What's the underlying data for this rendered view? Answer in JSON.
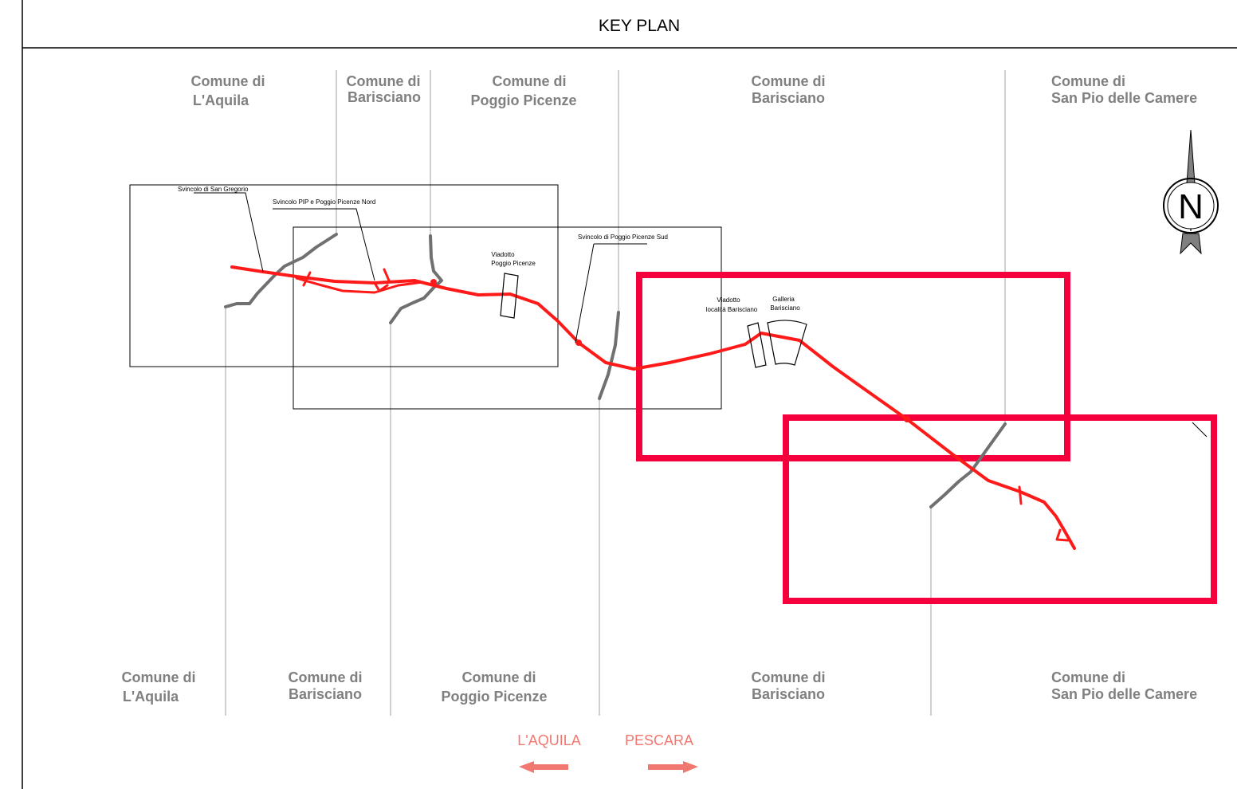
{
  "title": "KEY PLAN",
  "colors": {
    "road": "#ff1a1a",
    "existing_road": "#707070",
    "highlight": "#f5003c",
    "direction": "#f07870",
    "boundary": "#a0a0a0"
  },
  "comuni_top": [
    {
      "l1": "Comune di",
      "l2": "L'Aquila"
    },
    {
      "l1": "Comune di",
      "l2": "Barisciano"
    },
    {
      "l1": "Comune di",
      "l2": "Poggio Picenze"
    },
    {
      "l1": "Comune di",
      "l2": "Barisciano"
    },
    {
      "l1": "Comune di",
      "l2": "San Pio delle Camere"
    }
  ],
  "comuni_bottom": [
    {
      "l1": "Comune di",
      "l2": "L'Aquila"
    },
    {
      "l1": "Comune di",
      "l2": "Barisciano"
    },
    {
      "l1": "Comune di",
      "l2": "Poggio Picenze"
    },
    {
      "l1": "Comune di",
      "l2": "Barisciano"
    },
    {
      "l1": "Comune di",
      "l2": "San Pio delle Camere"
    }
  ],
  "callouts": {
    "svincolo_san_gregorio": "Svincolo di San Gregorio",
    "svincolo_pip": "Svincolo PIP e Poggio Picenze Nord",
    "svincolo_sud": "Svincolo di Poggio Picenze Sud",
    "viadotto_poggio_l1": "Viadotto",
    "viadotto_poggio_l2": "Poggio Picenze",
    "viadotto_bar_l1": "Viadotto",
    "viadotto_bar_l2": "località Barisciano",
    "galleria_l1": "Galleria",
    "galleria_l2": "Barisciano"
  },
  "directions": {
    "left": "L'AQUILA",
    "right": "PESCARA"
  },
  "north_label": "N",
  "icons": {
    "north_arrow": "north-arrow-icon",
    "left_arrow": "arrow-left-icon",
    "right_arrow": "arrow-right-icon"
  }
}
